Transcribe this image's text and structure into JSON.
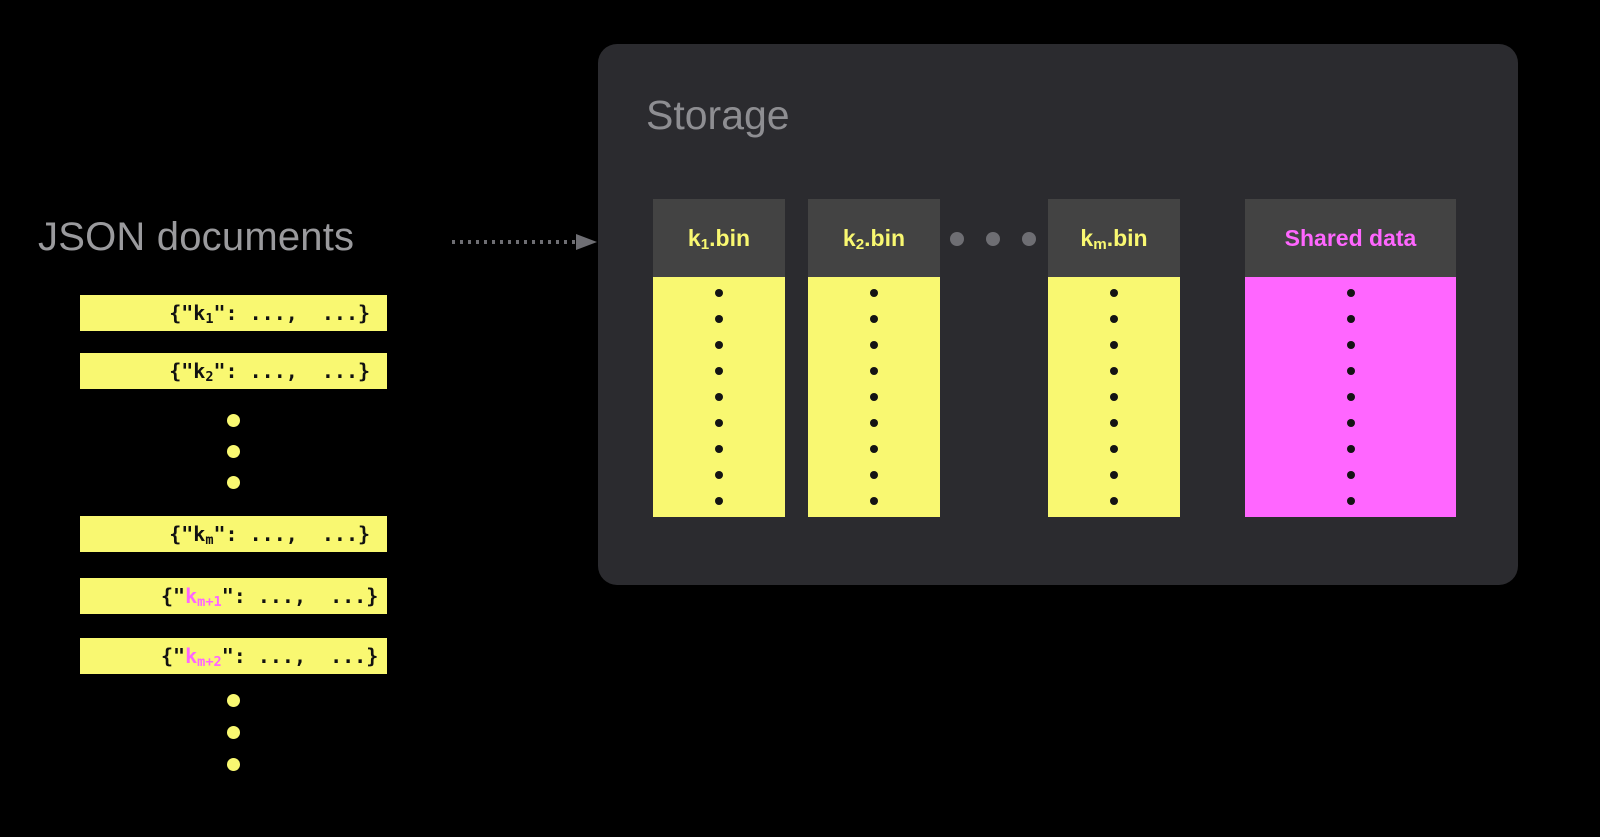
{
  "diagram": {
    "title": "JSON documents to Storage bins",
    "background_color": "#000000",
    "accent_yellow": "#f9f871",
    "accent_magenta": "#ff66ff",
    "panel_color": "#2b2b2f",
    "header_color": "#434343",
    "muted_text_color": "#8e8e92"
  },
  "left": {
    "heading": "JSON documents",
    "documents": [
      {
        "prefix": "{\"",
        "key_base": "k",
        "key_sub": "1",
        "suffix": "\": ...,  ...}",
        "key_color": "#111111"
      },
      {
        "prefix": "{\"",
        "key_base": "k",
        "key_sub": "2",
        "suffix": "\": ...,  ...}",
        "key_color": "#111111"
      },
      {
        "prefix": "{\"",
        "key_base": "k",
        "key_sub": "m",
        "suffix": "\": ...,  ...}",
        "key_color": "#111111"
      },
      {
        "prefix": "{\"",
        "key_base": "k",
        "key_sub": "m+1",
        "suffix": "\": ...,  ...}",
        "key_color": "#ff66ff"
      },
      {
        "prefix": "{\"",
        "key_base": "k",
        "key_sub": "m+2",
        "suffix": "\": ...,  ...}",
        "key_color": "#ff66ff"
      }
    ],
    "ellipsis_groups": [
      {
        "name": "ellipsis-after-k2",
        "dots": 3
      },
      {
        "name": "ellipsis-after-km2",
        "dots": 3
      }
    ]
  },
  "connector": {
    "name": "dotted-arrow",
    "style": "dotted",
    "color": "#6e6e73",
    "direction": "right"
  },
  "storage": {
    "title": "Storage",
    "bins": [
      {
        "label_base": "k",
        "label_sub": "1",
        "label_suffix": ".bin",
        "body_color": "#f9f871",
        "label_color": "#f9f871",
        "dots": 9
      },
      {
        "label_base": "k",
        "label_sub": "2",
        "label_suffix": ".bin",
        "body_color": "#f9f871",
        "label_color": "#f9f871",
        "dots": 9
      },
      {
        "label_base": "k",
        "label_sub": "m",
        "label_suffix": ".bin",
        "body_color": "#f9f871",
        "label_color": "#f9f871",
        "dots": 9
      },
      {
        "label_base": "Shared data",
        "label_sub": "",
        "label_suffix": "",
        "body_color": "#ff66ff",
        "label_color": "#ff66ff",
        "dots": 9
      }
    ],
    "bin_ellipsis_dots": 3
  }
}
